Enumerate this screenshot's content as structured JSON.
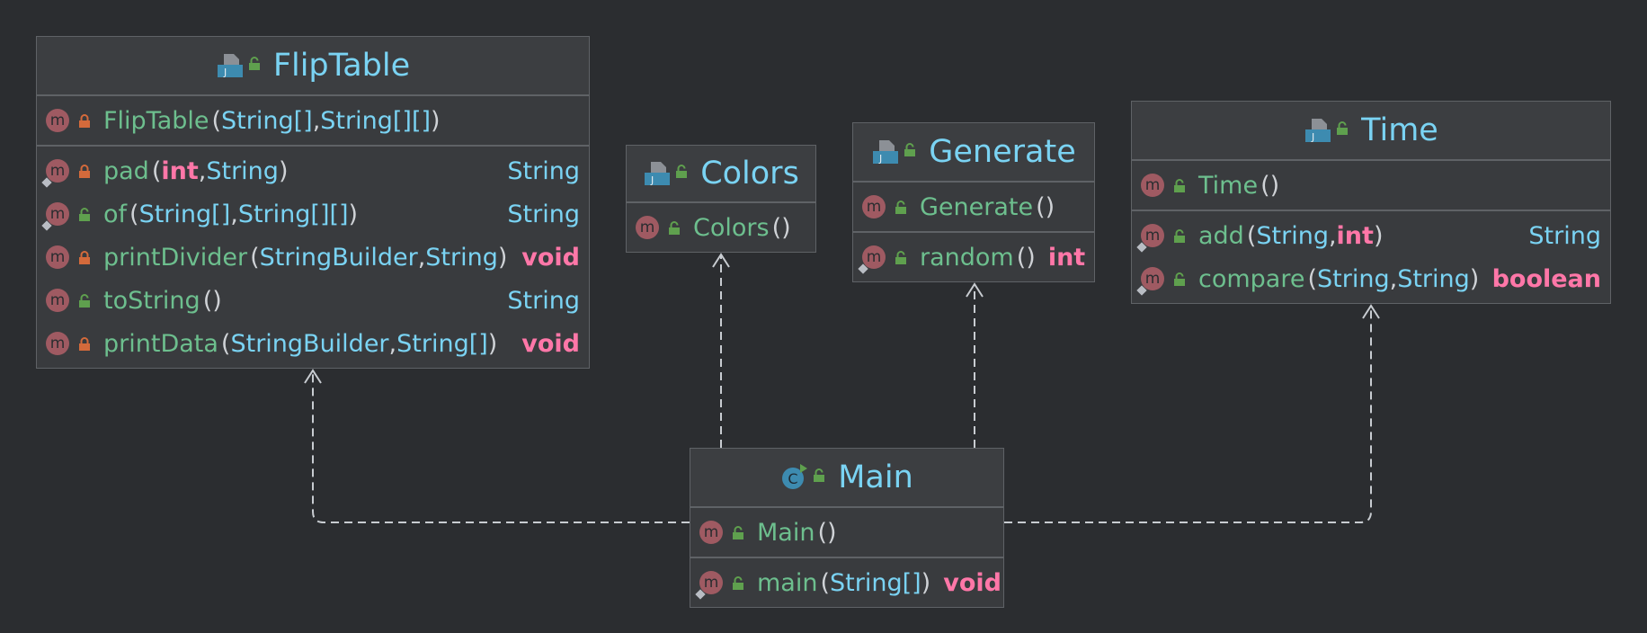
{
  "diagram": {
    "classes": [
      {
        "id": "FlipTable",
        "name": "FlipTable",
        "icon": "java-class-file-icon",
        "constructors": [
          {
            "name": "FlipTable",
            "vis": "private",
            "params": [
              [
                "String[]",
                "t"
              ],
              [
                ", ",
                "p"
              ],
              [
                "String[][]",
                "t"
              ]
            ],
            "params_open": "(",
            "params_close": ")"
          }
        ],
        "methods": [
          {
            "name": "pad",
            "vis": "private",
            "static": true,
            "params": [
              [
                "int",
                "k"
              ],
              [
                ", ",
                "p"
              ],
              [
                "String",
                "t"
              ]
            ],
            "ret": "String",
            "ret_kind": "t"
          },
          {
            "name": "of",
            "vis": "public",
            "static": true,
            "params": [
              [
                "String[]",
                "t"
              ],
              [
                ", ",
                "p"
              ],
              [
                "String[][]",
                "t"
              ]
            ],
            "ret": "String",
            "ret_kind": "t"
          },
          {
            "name": "printDivider",
            "vis": "private",
            "static": false,
            "params": [
              [
                "StringBuilder",
                "t"
              ],
              [
                ", ",
                "p"
              ],
              [
                "String",
                "t"
              ]
            ],
            "ret": "void",
            "ret_kind": "k"
          },
          {
            "name": "toString",
            "vis": "public",
            "static": false,
            "params": [],
            "ret": "String",
            "ret_kind": "t"
          },
          {
            "name": "printData",
            "vis": "private",
            "static": false,
            "params": [
              [
                "StringBuilder",
                "t"
              ],
              [
                ", ",
                "p"
              ],
              [
                "String[]",
                "t"
              ]
            ],
            "ret": "void",
            "ret_kind": "k"
          }
        ]
      },
      {
        "id": "Colors",
        "name": "Colors",
        "icon": "java-class-file-icon",
        "constructors": [
          {
            "name": "Colors",
            "vis": "public",
            "params": []
          }
        ],
        "methods": []
      },
      {
        "id": "Generate",
        "name": "Generate",
        "icon": "java-class-file-icon",
        "constructors": [
          {
            "name": "Generate",
            "vis": "public",
            "params": []
          }
        ],
        "methods": [
          {
            "name": "random",
            "vis": "public",
            "static": true,
            "params": [],
            "ret": "int",
            "ret_kind": "k"
          }
        ]
      },
      {
        "id": "Time",
        "name": "Time",
        "icon": "java-class-file-icon",
        "constructors": [
          {
            "name": "Time",
            "vis": "public",
            "params": []
          }
        ],
        "methods": [
          {
            "name": "add",
            "vis": "public",
            "static": true,
            "params": [
              [
                "String",
                "t"
              ],
              [
                ", ",
                "p"
              ],
              [
                "int",
                "k"
              ]
            ],
            "ret": "String",
            "ret_kind": "t"
          },
          {
            "name": "compare",
            "vis": "public",
            "static": true,
            "params": [
              [
                "String",
                "t"
              ],
              [
                ", ",
                "p"
              ],
              [
                "String",
                "t"
              ]
            ],
            "ret": "boolean",
            "ret_kind": "k"
          }
        ]
      },
      {
        "id": "Main",
        "name": "Main",
        "icon": "runnable-class-icon",
        "constructors": [
          {
            "name": "Main",
            "vis": "public",
            "params": []
          }
        ],
        "methods": [
          {
            "name": "main",
            "vis": "public",
            "static": true,
            "params": [
              [
                "String[]",
                "t"
              ]
            ],
            "ret": "void",
            "ret_kind": "k"
          }
        ]
      }
    ],
    "dependencies": [
      {
        "from": "Main",
        "to": "FlipTable",
        "style": "dashed",
        "arrow": "open"
      },
      {
        "from": "Main",
        "to": "Colors",
        "style": "dashed",
        "arrow": "open"
      },
      {
        "from": "Main",
        "to": "Generate",
        "style": "dashed",
        "arrow": "open"
      },
      {
        "from": "Main",
        "to": "Time",
        "style": "dashed",
        "arrow": "open"
      }
    ],
    "method_icon_letter": "m",
    "class_icon_letter": "C",
    "colors": {
      "background": "#2b2d30",
      "class_name": "#7ad3f3",
      "member_name": "#6dbf8e",
      "type": "#7ad3f3",
      "keyword": "#ff77a8",
      "edge": "#c8ccd1",
      "method_icon": "#9f5a62",
      "private_lock": "#d46a3b",
      "public_lock": "#5fa04e"
    }
  }
}
